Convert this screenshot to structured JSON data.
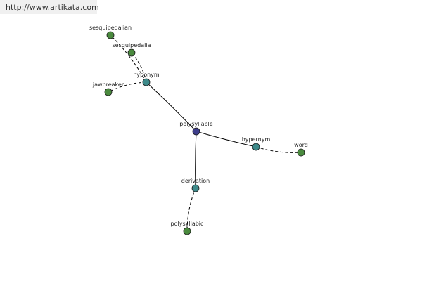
{
  "header": {
    "url": "http://www.artikata.com"
  },
  "colors": {
    "center": "#3d3d8a",
    "relation": "#3e8a8a",
    "leaf": "#4a8a3e",
    "edge": "#000000"
  },
  "nodes": [
    {
      "id": "polysyllable",
      "label": "polysyllable",
      "kind": "center"
    },
    {
      "id": "hyponym",
      "label": "hyponym",
      "kind": "relation"
    },
    {
      "id": "hypernym",
      "label": "hypernym",
      "kind": "relation"
    },
    {
      "id": "derivation",
      "label": "derivation",
      "kind": "relation"
    },
    {
      "id": "sesquipedalian",
      "label": "sesquipedalian",
      "kind": "leaf"
    },
    {
      "id": "sesquipedalia",
      "label": "sesquipedalia",
      "kind": "leaf"
    },
    {
      "id": "jawbreaker",
      "label": "jawbreaker",
      "kind": "leaf"
    },
    {
      "id": "word",
      "label": "word",
      "kind": "leaf"
    },
    {
      "id": "polysyllabic",
      "label": "polysyllabic",
      "kind": "leaf"
    }
  ],
  "edges": [
    {
      "from": "polysyllable",
      "to": "hyponym",
      "style": "solid"
    },
    {
      "from": "polysyllable",
      "to": "hypernym",
      "style": "solid"
    },
    {
      "from": "polysyllable",
      "to": "derivation",
      "style": "solid"
    },
    {
      "from": "hyponym",
      "to": "sesquipedalian",
      "style": "dashed"
    },
    {
      "from": "hyponym",
      "to": "sesquipedalia",
      "style": "dashed"
    },
    {
      "from": "hyponym",
      "to": "jawbreaker",
      "style": "dashed"
    },
    {
      "from": "hypernym",
      "to": "word",
      "style": "dashed"
    },
    {
      "from": "derivation",
      "to": "polysyllabic",
      "style": "dashed"
    }
  ]
}
